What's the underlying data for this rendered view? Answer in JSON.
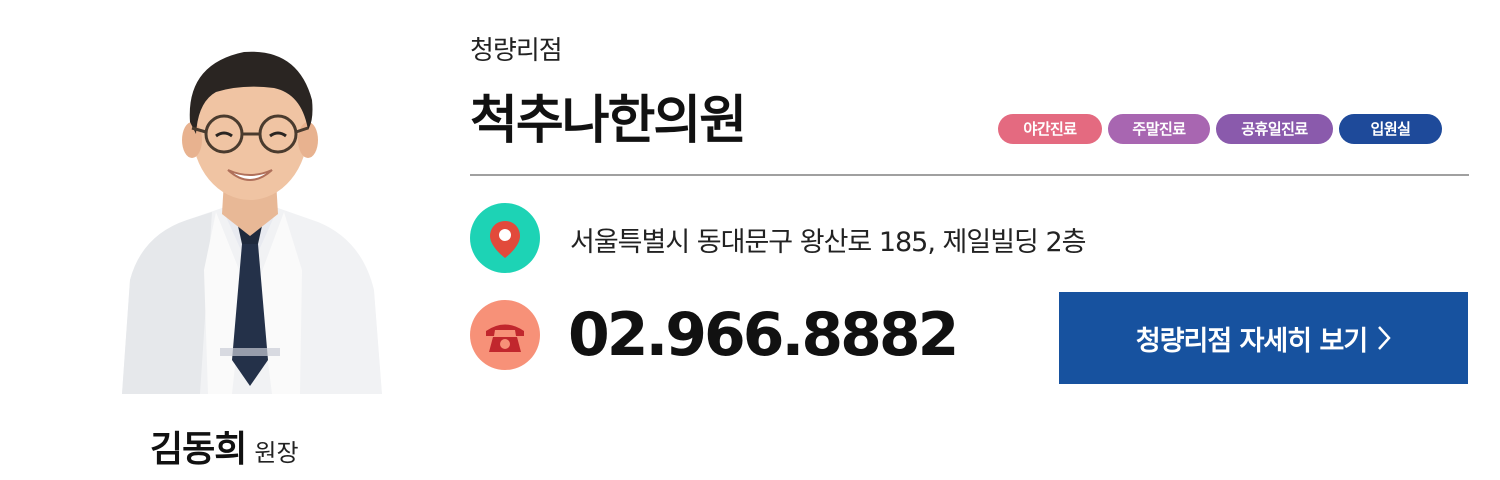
{
  "doctor": {
    "name": "김동희",
    "title": "원장"
  },
  "branch": "청량리점",
  "clinic_name": "척추나한의원",
  "tags": [
    {
      "label": "야간진료",
      "color": "#e46a80"
    },
    {
      "label": "주말진료",
      "color": "#a866b1"
    },
    {
      "label": "공휴일진료",
      "color": "#8a5aac"
    },
    {
      "label": "입원실",
      "color": "#1e4a9a"
    }
  ],
  "address": "서울특별시 동대문구 왕산로 185, 제일빌딩 2층",
  "phone": "02.966.8882",
  "detail_button": {
    "label": "청량리점 자세히 보기",
    "icon": "chevron-right-icon"
  },
  "icons": {
    "location": "location-pin-icon",
    "phone": "telephone-icon"
  },
  "colors": {
    "accent": "#17529f",
    "location_bg": "#1dd3b5",
    "phone_bg": "#f79178"
  }
}
